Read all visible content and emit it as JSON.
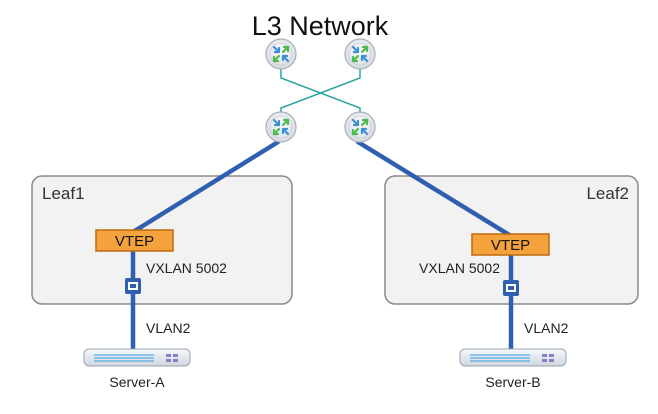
{
  "title": "L3 Network",
  "leafs": [
    {
      "label": "Leaf1",
      "vtep": "VTEP",
      "vxlan": "VXLAN 5002"
    },
    {
      "label": "Leaf2",
      "vtep": "VTEP",
      "vxlan": "VXLAN 5002"
    }
  ],
  "vlans": [
    "VLAN2",
    "VLAN2"
  ],
  "servers": [
    "Server-A",
    "Server-B"
  ],
  "routers": [
    {
      "id": "spine-1",
      "icon": "router-icon"
    },
    {
      "id": "spine-2",
      "icon": "router-icon"
    },
    {
      "id": "edge-1",
      "icon": "router-icon"
    },
    {
      "id": "edge-2",
      "icon": "router-icon"
    }
  ],
  "colors": {
    "link": "#2f5fb0",
    "crosslink": "#2aa3a3",
    "vtep_fill": "#f4a23c",
    "vtep_border": "#c06a10",
    "leaf_fill": "#f2f2f2",
    "leaf_border": "#8a8a8a"
  }
}
